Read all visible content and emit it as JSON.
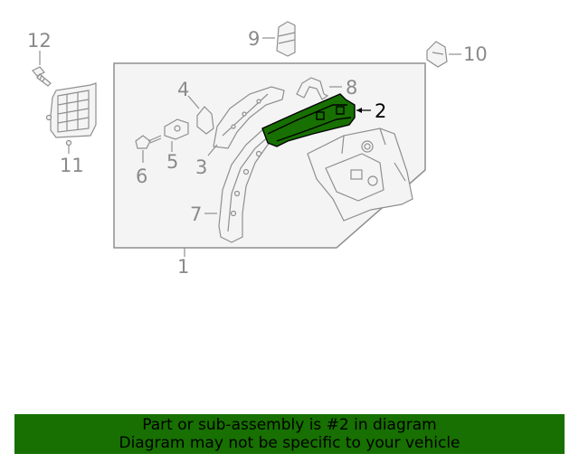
{
  "callouts": {
    "c1": "1",
    "c2": "2",
    "c3": "3",
    "c4": "4",
    "c5": "5",
    "c6": "6",
    "c7": "7",
    "c8": "8",
    "c9": "9",
    "c10": "10",
    "c11": "11",
    "c12": "12"
  },
  "highlight": {
    "part": "2",
    "color": "#177001"
  },
  "banner": {
    "line1": "Part or sub-assembly is #2 in diagram",
    "line2": "Diagram may not be specific to your vehicle",
    "background": "#177001"
  }
}
